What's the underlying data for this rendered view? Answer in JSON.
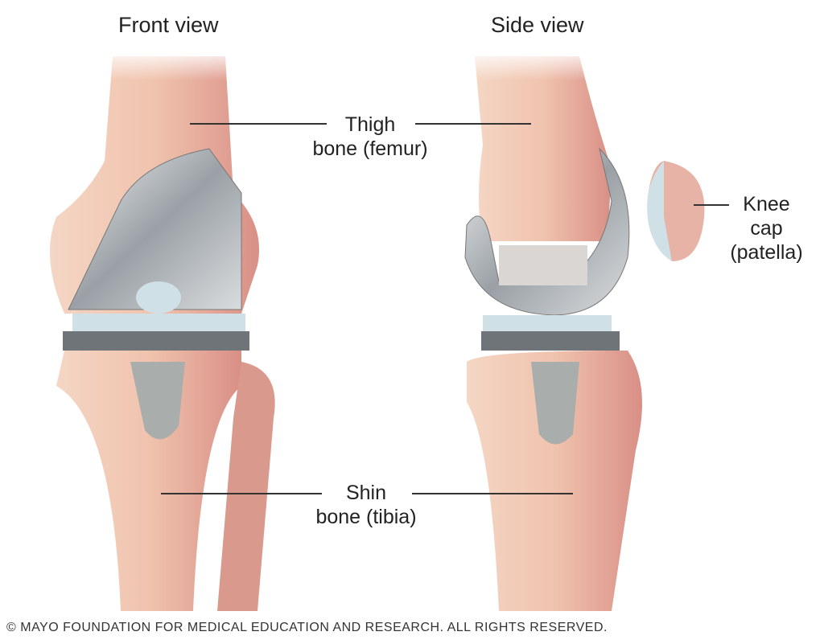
{
  "views": {
    "front": "Front view",
    "side": "Side view"
  },
  "labels": {
    "thigh": [
      "Thigh",
      "bone (femur)"
    ],
    "knee": [
      "Knee",
      "cap",
      "(patella)"
    ],
    "shin": [
      "Shin",
      "bone (tibia)"
    ]
  },
  "copyright": "© MAYO FOUNDATION FOR MEDICAL EDUCATION AND RESEARCH. ALL RIGHTS RESERVED.",
  "colors": {
    "bone": "#e9b9a6",
    "metal": "#b7bcc0",
    "plastic": "#cfe0e6"
  }
}
